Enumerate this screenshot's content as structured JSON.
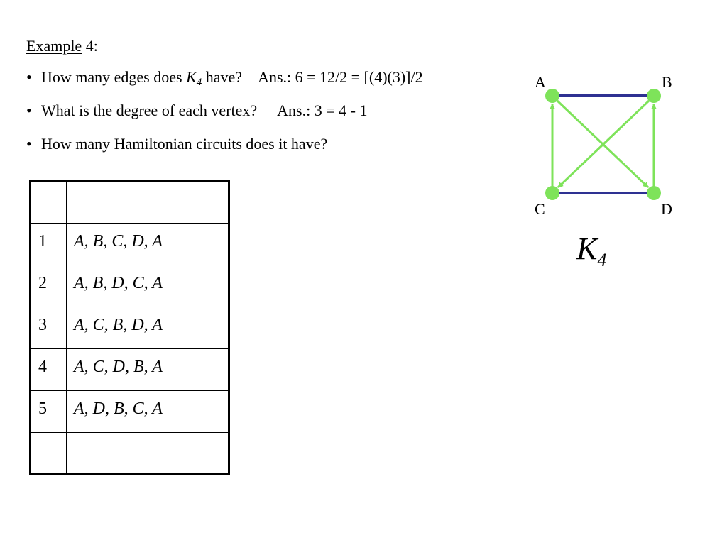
{
  "heading": {
    "underlined": "Example",
    "rest": " 4:"
  },
  "bullets": [
    {
      "bullet": "•",
      "pre": "How many edges does ",
      "var": "K",
      "sub": "4",
      "post": " have?",
      "ans": "Ans.:  6 = 12/2 = [(4)(3)]/2"
    },
    {
      "bullet": "•",
      "text": "What is the degree of each vertex?",
      "ans": "Ans.:  3 = 4 - 1"
    },
    {
      "bullet": "•",
      "text": "How many Hamiltonian circuits does it have?"
    }
  ],
  "table": {
    "rows": [
      {
        "num": "",
        "path": ""
      },
      {
        "num": "1",
        "path": "A, B, C, D, A"
      },
      {
        "num": "2",
        "path": "A, B, D, C, A"
      },
      {
        "num": "3",
        "path": "A, C, B, D, A"
      },
      {
        "num": "4",
        "path": "A, C, D, B, A"
      },
      {
        "num": "5",
        "path": "A, D, B, C, A"
      },
      {
        "num": "",
        "path": ""
      }
    ]
  },
  "graph": {
    "vertex_labels": {
      "A": "A",
      "B": "B",
      "C": "C",
      "D": "D"
    },
    "title_var": "K",
    "title_sub": "4",
    "colors": {
      "vertex": "#7ee35a",
      "green_edge": "#7ee35a",
      "blue_edge": "#2e3192"
    }
  }
}
